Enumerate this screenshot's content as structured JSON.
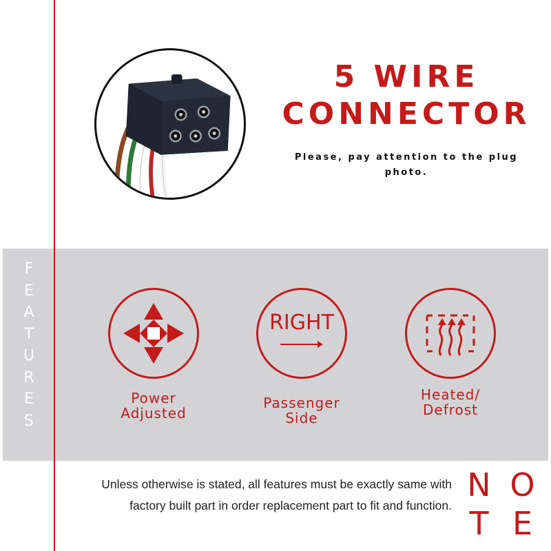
{
  "header": {
    "title_line1": "5 WIRE",
    "title_line2": "CONNECTOR",
    "subtitle": "Please, pay attention to the plug photo."
  },
  "features": {
    "label_letters": [
      "F",
      "E",
      "A",
      "T",
      "U",
      "R",
      "E",
      "S"
    ],
    "items": [
      {
        "icon": "four-way-arrows-icon",
        "line1": "Power",
        "line2": "Adjusted"
      },
      {
        "icon": "right-side-icon",
        "icon_text": "RIGHT",
        "line1": "Passenger",
        "line2": "Side"
      },
      {
        "icon": "heated-defrost-icon",
        "line1": "Heated/",
        "line2": "Defrost"
      }
    ]
  },
  "note": {
    "text": "Unless otherwise is stated, all features must be exactly same with factory built part in order replacement part to fit and function.",
    "letters": [
      "N",
      "O",
      "T",
      "E"
    ]
  },
  "colors": {
    "accent": "#c41a1a",
    "band": "#d3d3d6",
    "text": "#222222"
  }
}
